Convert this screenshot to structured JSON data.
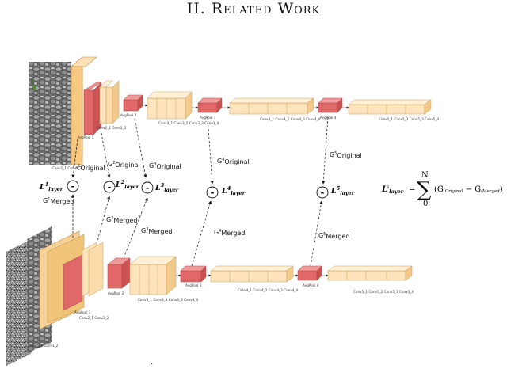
{
  "heading": {
    "numeral": "II.",
    "title": "Related Work"
  },
  "top_row": {
    "input_caption": "Conv1_1 Conv1_2",
    "blocks": [
      {
        "label": "AvgPool 1"
      },
      {
        "label": "Conv2_1 Conv2_2"
      },
      {
        "label": "AvgPool 2"
      },
      {
        "label": "Conv3_1 Conv3_2 Conv3_3 Conv3_4"
      },
      {
        "label": "AvgPool 3"
      },
      {
        "label": "Conv4_1 Conv4_2 Conv4_3 Conv4_4"
      },
      {
        "label": "AvgPool 4"
      },
      {
        "label": "Conv5_1 Conv5_2 Conv5_3 Conv5_4"
      }
    ]
  },
  "bottom_row": {
    "input_caption": "Conv1_1 Conv1_2",
    "blocks": [
      {
        "label": "AvgPool 1"
      },
      {
        "label": "Conv2_1 Conv2_2"
      },
      {
        "label": "AvgPool 2"
      },
      {
        "label": "Conv3_1 Conv3_2 Conv3_3 Conv3_4"
      },
      {
        "label": "AvgPool 3"
      },
      {
        "label": "Conv4_1 Conv4_2 Conv4_3 Conv4_4"
      },
      {
        "label": "AvgPool 4"
      },
      {
        "label": "Conv5_1 Conv5_2 Conv5_3 Conv5_4"
      }
    ]
  },
  "grams": {
    "original": [
      {
        "sym": "G",
        "sup": "1",
        "sub": "Original"
      },
      {
        "sym": "G",
        "sup": "2",
        "sub": "Original"
      },
      {
        "sym": "G",
        "sup": "3",
        "sub": "Original"
      },
      {
        "sym": "G",
        "sup": "4",
        "sub": "Original"
      },
      {
        "sym": "G",
        "sup": "5",
        "sub": "Original"
      }
    ],
    "merged": [
      {
        "sym": "G",
        "sup": "1",
        "sub": "Merged"
      },
      {
        "sym": "G",
        "sup": "2",
        "sub": "Merged"
      },
      {
        "sym": "G",
        "sup": "3",
        "sub": "Merged"
      },
      {
        "sym": "G",
        "sup": "4",
        "sub": "Merged"
      },
      {
        "sym": "G",
        "sup": "5",
        "sub": "Merged"
      }
    ]
  },
  "losses": [
    {
      "sym": "L",
      "sup": "1",
      "sub": "layer"
    },
    {
      "sym": "L",
      "sup": "2",
      "sub": "layer"
    },
    {
      "sym": "L",
      "sup": "3",
      "sub": "layer"
    },
    {
      "sym": "L",
      "sup": "4",
      "sub": "layer"
    },
    {
      "sym": "L",
      "sup": "5",
      "sub": "layer"
    }
  ],
  "minus_sign": "-",
  "formula": {
    "lhs_sym": "L",
    "lhs_sup": "i",
    "lhs_sub": "layer",
    "equals": "=",
    "sigma": "∑",
    "upper": "N",
    "upper_sub": "l",
    "lower": "0",
    "term": "(G",
    "term_sup": "i",
    "term_sub1": "Original",
    "minus": " − G",
    "term_sub2": "iMerged",
    "close": ")"
  },
  "footer_mark": "."
}
